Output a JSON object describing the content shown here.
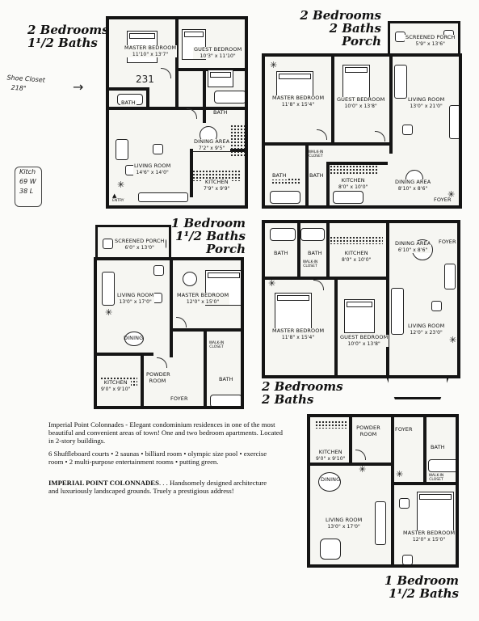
{
  "plans": [
    {
      "id": "plan-a",
      "heading": [
        "2 Bedrooms",
        "1¹/2 Baths"
      ],
      "rooms": {
        "master": {
          "name": "MASTER BEDROOM",
          "dim": "11'10\" x 13'7\""
        },
        "guest": {
          "name": "GUEST BEDROOM",
          "dim": "10'3\" x 11'10\""
        },
        "bath1": {
          "name": "BATH"
        },
        "bath2": {
          "name": "BATH"
        },
        "dining": {
          "name": "DINING AREA",
          "dim": "7'2\" x 9'5\""
        },
        "living": {
          "name": "LIVING ROOM",
          "dim": "14'6\" x 14'0\""
        },
        "kitchen": {
          "name": "KITCHEN",
          "dim": "7'9\" x 9'9\""
        }
      }
    },
    {
      "id": "plan-b",
      "heading": [
        "2 Bedrooms",
        "2 Baths",
        "Porch"
      ],
      "rooms": {
        "porch": {
          "name": "SCREENED PORCH",
          "dim": "5'9\" x 13'6\""
        },
        "master": {
          "name": "MASTER BEDROOM",
          "dim": "11'8\" x 15'4\""
        },
        "guest": {
          "name": "GUEST BEDROOM",
          "dim": "10'0\" x 13'8\""
        },
        "living": {
          "name": "LIVING ROOM",
          "dim": "13'0\" x 21'0\""
        },
        "bath1": {
          "name": "BATH"
        },
        "bath2": {
          "name": "BATH"
        },
        "kitchen": {
          "name": "KITCHEN",
          "dim": "8'0\" x 10'0\""
        },
        "dining": {
          "name": "DINING AREA",
          "dim": "8'10\" x 8'6\""
        },
        "foyer": {
          "name": "FOYER"
        }
      }
    },
    {
      "id": "plan-c",
      "heading": [
        "1 Bedroom",
        "1¹/2 Baths",
        "Porch"
      ],
      "rooms": {
        "porch": {
          "name": "SCREENED PORCH",
          "dim": "6'0\" x 13'0\""
        },
        "living": {
          "name": "LIVING ROOM",
          "dim": "13'0\" x 17'0\""
        },
        "master": {
          "name": "MASTER BEDROOM",
          "dim": "12'0\" x 15'0\""
        },
        "dining": {
          "name": "DINING"
        },
        "kitchen": {
          "name": "KITCHEN",
          "dim": "9'0\" x 9'10\""
        },
        "powder": {
          "name": "POWDER ROOM"
        },
        "bath": {
          "name": "BATH"
        },
        "foyer": {
          "name": "FOYER"
        }
      }
    },
    {
      "id": "plan-d",
      "heading": [
        "2 Bedrooms",
        "2 Baths"
      ],
      "rooms": {
        "bath1": {
          "name": "BATH"
        },
        "bath2": {
          "name": "BATH"
        },
        "kitchen": {
          "name": "KITCHEN",
          "dim": "8'0\" x 10'0\""
        },
        "dining": {
          "name": "DINING AREA",
          "dim": "6'10\" x 8'6\""
        },
        "foyer": {
          "name": "FOYER"
        },
        "master": {
          "name": "MASTER BEDROOM",
          "dim": "11'8\" x 15'4\""
        },
        "guest": {
          "name": "GUEST BEDROOM",
          "dim": "10'0\" x 13'8\""
        },
        "living": {
          "name": "LIVING ROOM",
          "dim": "12'0\" x 23'0\""
        }
      }
    },
    {
      "id": "plan-e",
      "heading": [
        "1 Bedroom",
        "1¹/2 Baths"
      ],
      "rooms": {
        "kitchen": {
          "name": "KITCHEN",
          "dim": "9'0\" x 9'10\""
        },
        "powder": {
          "name": "POWDER ROOM"
        },
        "bath": {
          "name": "BATH"
        },
        "foyer": {
          "name": "FOYER"
        },
        "dining": {
          "name": "DINING"
        },
        "living": {
          "name": "LIVING ROOM",
          "dim": "13'0\" x 17'0\""
        },
        "master": {
          "name": "MASTER BEDROOM",
          "dim": "12'0\" x 15'0\""
        }
      }
    }
  ],
  "closet_label": "WALK-IN CLOSET",
  "entry_label": "ENTRY",
  "handwritten": {
    "number": "231",
    "closet_note": [
      "Shoe Closet",
      "218\""
    ],
    "kitchen_note": [
      "Kitch",
      "69 W",
      "38 L"
    ]
  },
  "description": {
    "p1": "Imperial Point Colonnades - Elegant condominium residences in one of the most beautiful and convenient areas of town! One and two bedroom apartments. Located in 2-story buildings.",
    "p2": "6 Shuffleboard courts • 2 saunas • billiard room • olympic size pool • exercise room • 2 multi-purpose entertainment rooms • putting green.",
    "p3_bold": "IMPERIAL POINT COLONNADES",
    "p3_rest": ". . . Handsomely designed architecture and luxuriously landscaped grounds. Truely a prestigious address!"
  }
}
